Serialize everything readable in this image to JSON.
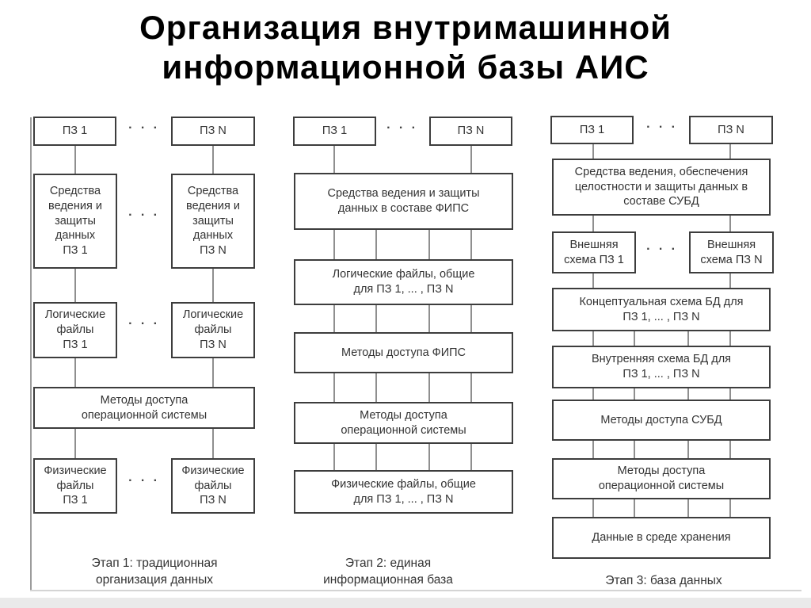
{
  "title": {
    "line1": "Организация внутримашинной",
    "line2": "информационной базы АИС"
  },
  "dots": "· · ·",
  "stage1": {
    "pz_1": "ПЗ 1",
    "pz_n": "ПЗ N",
    "maintenance_1": "Средства\nведения и\nзащиты\nданных\nПЗ 1",
    "maintenance_n": "Средства\nведения и\nзащиты\nданных\nПЗ N",
    "logical_1": "Логические\nфайлы\nПЗ 1",
    "logical_n": "Логические\nфайлы\nПЗ N",
    "os_access": "Методы доступа\nоперационной системы",
    "physical_1": "Физические\nфайлы\nПЗ 1",
    "physical_n": "Физические\nфайлы\nПЗ N",
    "caption": "Этап 1: традиционная\nорганизация данных"
  },
  "stage2": {
    "pz_1": "ПЗ 1",
    "pz_n": "ПЗ N",
    "maintenance": "Средства ведения и защиты\nданных в составе ФИПС",
    "logical": "Логические файлы, общие\nдля ПЗ 1, ... , ПЗ N",
    "fips_access": "Методы доступа ФИПС",
    "os_access": "Методы доступа\nоперационной системы",
    "physical": "Физические файлы, общие\nдля ПЗ 1, ... , ПЗ N",
    "caption": "Этап 2: единая\nинформационная база"
  },
  "stage3": {
    "pz_1": "ПЗ 1",
    "pz_n": "ПЗ N",
    "maintenance": "Средства ведения, обеспечения\nцелостности и защиты данных в\nсоставе СУБД",
    "external_1": "Внешняя\nсхема ПЗ 1",
    "external_n": "Внешняя\nсхема ПЗ N",
    "conceptual": "Концептуальная схема БД для\nПЗ 1, ... , ПЗ N",
    "internal": "Внутренняя схема БД для\nПЗ 1, ... , ПЗ N",
    "dbms_access": "Методы доступа СУБД",
    "os_access": "Методы доступа\nоперационной системы",
    "storage": "Данные в среде хранения",
    "caption": "Этап 3: база данных"
  }
}
